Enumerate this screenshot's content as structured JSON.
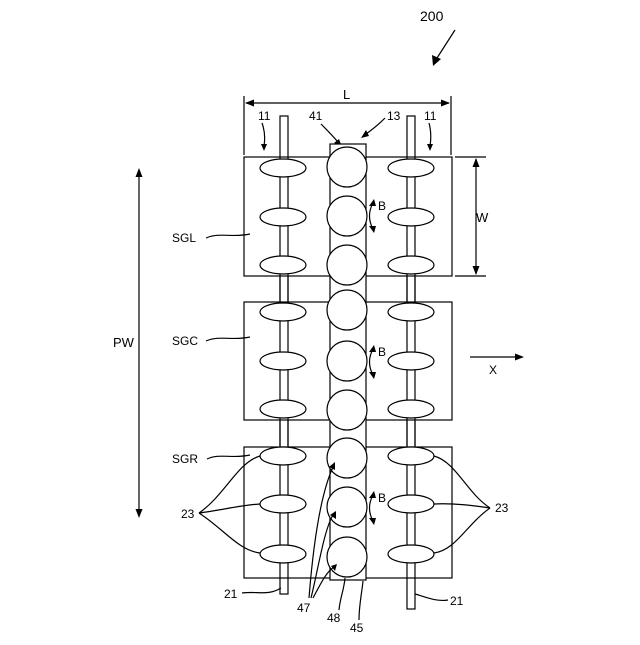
{
  "figure": {
    "labels": {
      "device": "200",
      "length": "L",
      "width": "W",
      "pw": "PW",
      "x_axis": "X",
      "rotation": "B",
      "shaft_left_top": "11",
      "shaft_right_top": "11",
      "roller_ref": "41",
      "center_ref": "13",
      "sgl": "SGL",
      "sgc": "SGC",
      "sgr": "SGR",
      "wheel_left": "23",
      "wheel_right": "23",
      "shaft_left_bottom": "21",
      "shaft_right_bottom": "21",
      "ref_47": "47",
      "ref_48": "48",
      "ref_45": "45"
    }
  }
}
